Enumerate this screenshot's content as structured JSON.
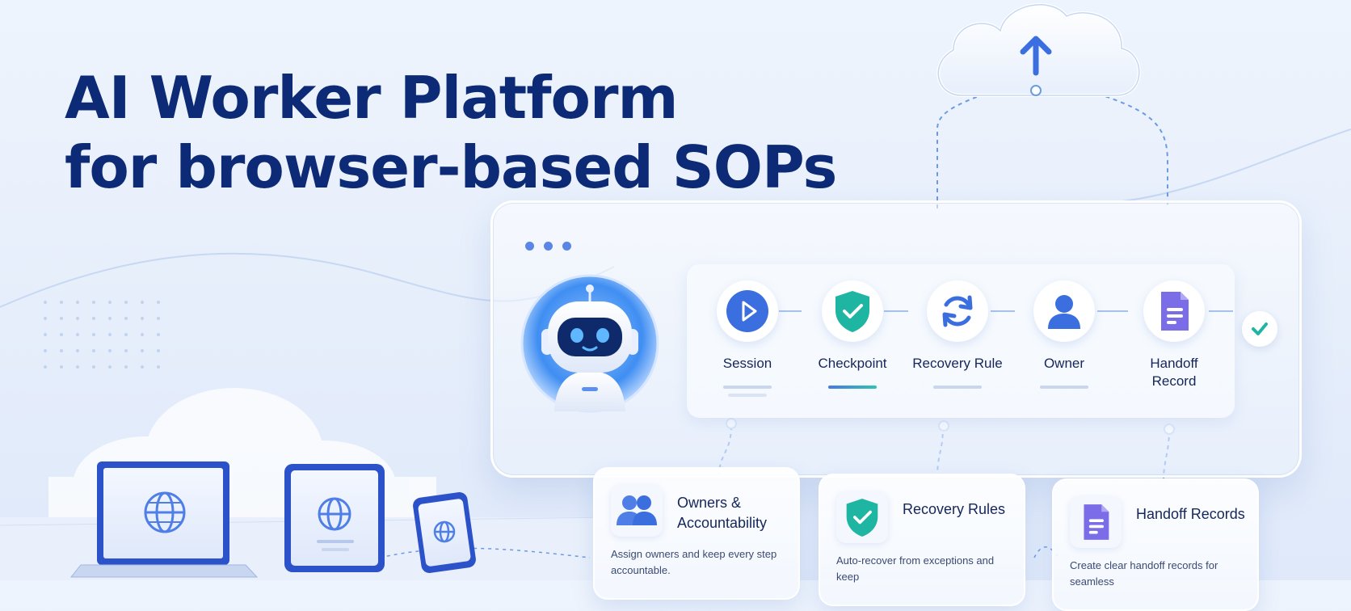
{
  "headline": {
    "line1": "AI Worker Platform",
    "line2": "for browser-based SOPs"
  },
  "workflow": {
    "steps": [
      {
        "label": "Session",
        "icon": "play-icon"
      },
      {
        "label": "Checkpoint",
        "icon": "shield-check-icon"
      },
      {
        "label": "Recovery Rule",
        "icon": "refresh-icon"
      },
      {
        "label": "Owner",
        "icon": "user-icon"
      },
      {
        "label": "Handoff Record",
        "icon": "document-icon"
      }
    ]
  },
  "features": [
    {
      "title": "Owners & Accountability",
      "description": "Assign owners and keep every step accountable.",
      "icon": "users-icon"
    },
    {
      "title": "Recovery Rules",
      "description": "Auto-recover from exceptions and keep",
      "icon": "shield-check-icon"
    },
    {
      "title": "Handoff Records",
      "description": "Create clear handoff records for seamless",
      "icon": "document-icon"
    }
  ],
  "colors": {
    "headline": "#0c2a75",
    "accent_blue": "#3b6fe0",
    "accent_teal": "#1fb5a3",
    "accent_purple": "#7b6ce8"
  }
}
